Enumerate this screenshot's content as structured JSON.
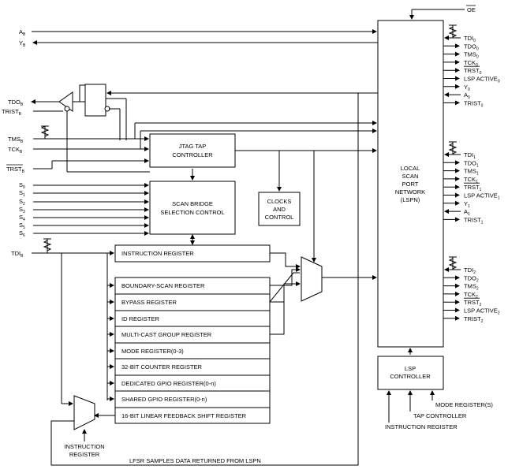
{
  "top_signal": "OE",
  "left_signals": {
    "a_b": "A",
    "a_b_sub": "B",
    "y_b": "Y",
    "y_b_sub": "B",
    "tdo_b": "TDO",
    "tdo_b_sub": "B",
    "trist_b": "TRIST",
    "trist_b_sub": "B",
    "tms_b": "TMS",
    "tms_b_sub": "B",
    "tck_b": "TCK",
    "tck_b_sub": "B",
    "trst_b": "TRST",
    "trst_b_sub": "B",
    "tdi_b": "TDI",
    "tdi_b_sub": "B"
  },
  "select_inputs": [
    {
      "label": "S",
      "sub": "0"
    },
    {
      "label": "S",
      "sub": "1"
    },
    {
      "label": "S",
      "sub": "2"
    },
    {
      "label": "S",
      "sub": "3"
    },
    {
      "label": "S",
      "sub": "4"
    },
    {
      "label": "S",
      "sub": "5"
    },
    {
      "label": "S",
      "sub": "6"
    }
  ],
  "blocks": {
    "jtag_line1": "JTAG TAP",
    "jtag_line2": "CONTROLLER",
    "scan_line1": "SCAN BRIDGE",
    "scan_line2": "SELECTION CONTROL",
    "clocks_line1": "CLOCKS",
    "clocks_line2": "AND",
    "clocks_line3": "CONTROL",
    "lspn_line1": "LOCAL",
    "lspn_line2": "SCAN",
    "lspn_line3": "PORT",
    "lspn_line4": "NETWORK",
    "lspn_line5": "(LSPN)",
    "lspc_line1": "LSP",
    "lspc_line2": "CONTROLLER"
  },
  "registers": [
    "INSTRUCTION REGISTER",
    "BOUNDARY-SCAN REGISTER",
    "BYPASS REGISTER",
    "ID REGISTER",
    "MULTI-CAST GROUP REGISTER",
    "MODE REGISTER(0-3)",
    "32-BIT COUNTER REGISTER",
    "DEDICATED GPIO REGISTER(0-n)",
    "SHARED GPIO REGISTER(0-n)",
    "16-BIT LINEAR FEEDBACK SHIFT REGISTER"
  ],
  "mux_bottom_label_line1": "INSTRUCTION",
  "mux_bottom_label_line2": "REGISTER",
  "lfsr_note": "LFSR SAMPLES DATA RETURNED FROM LSPN",
  "lsp_controller_inputs": [
    "MODE REGISTER(S)",
    "TAP CONTROLLER",
    "INSTRUCTION REGISTER"
  ],
  "port_groups": [
    {
      "signals": [
        {
          "label": "TDI",
          "sub": "0"
        },
        {
          "label": "TDO",
          "sub": "0"
        },
        {
          "label": "TMS",
          "sub": "0"
        },
        {
          "label": "TCK",
          "sub": "0"
        },
        {
          "label": "TRST",
          "sub": "0"
        },
        {
          "label": "LSP ACTIVE",
          "sub": "0"
        },
        {
          "label": "Y",
          "sub": "0"
        },
        {
          "label": "A",
          "sub": "0"
        },
        {
          "label": "TRIST",
          "sub": "0"
        }
      ]
    },
    {
      "signals": [
        {
          "label": "TDI",
          "sub": "1"
        },
        {
          "label": "TDO",
          "sub": "1"
        },
        {
          "label": "TMS",
          "sub": "1"
        },
        {
          "label": "TCK",
          "sub": "1"
        },
        {
          "label": "TRST",
          "sub": "1"
        },
        {
          "label": "LSP ACTIVE",
          "sub": "1"
        },
        {
          "label": "Y",
          "sub": "1"
        },
        {
          "label": "A",
          "sub": "1"
        },
        {
          "label": "TRIST",
          "sub": "1"
        }
      ]
    },
    {
      "signals": [
        {
          "label": "TDI",
          "sub": "2"
        },
        {
          "label": "TDO",
          "sub": "2"
        },
        {
          "label": "TMS",
          "sub": "2"
        },
        {
          "label": "TCK",
          "sub": "2"
        },
        {
          "label": "TRST",
          "sub": "2"
        },
        {
          "label": "LSP ACTIVE",
          "sub": "2"
        },
        {
          "label": "TRIST",
          "sub": "2"
        }
      ]
    }
  ]
}
